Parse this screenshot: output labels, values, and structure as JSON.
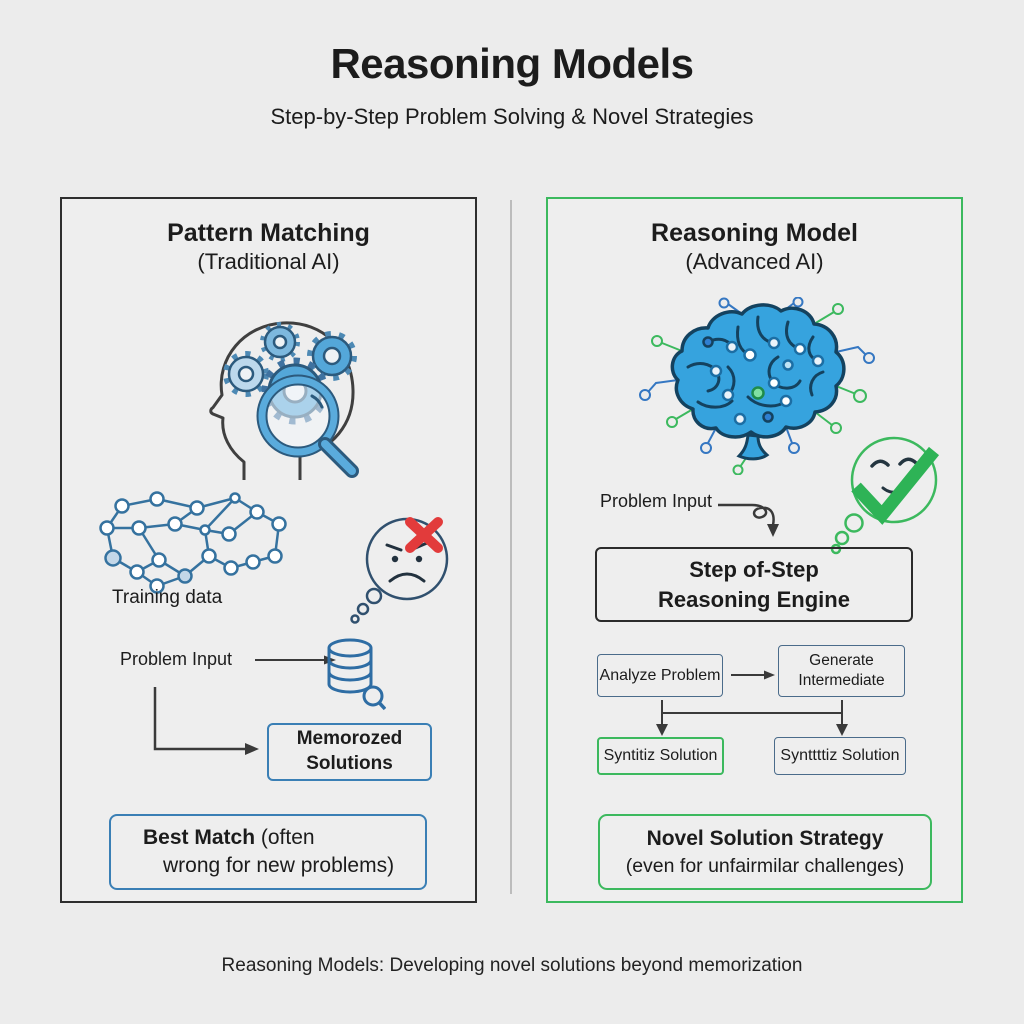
{
  "header": {
    "title": "Reasoning Models",
    "subtitle": "Step-by-Step Problem Solving & Novel Strategies"
  },
  "footer": {
    "caption": "Reasoning Models: Developing novel solutions beyond memorization"
  },
  "left_panel": {
    "title": "Pattern Matching",
    "subtitle": "(Traditional AI)",
    "training_data_label": "Training data",
    "problem_input_label": "Problem Input",
    "memorized_box": {
      "line1": "Memorozed",
      "line2": "Solutions"
    },
    "best_match_box": {
      "bold": "Best Match",
      "line1_rest": " (often",
      "line2": "wrong for new problems)"
    }
  },
  "right_panel": {
    "title": "Reasoning Model",
    "subtitle": "(Advanced AI)",
    "problem_input_label": "Problem Input",
    "engine_box": {
      "line1": "Step of-Step",
      "line2": "Reasoning Engine"
    },
    "analyze_box_label": "Analyze Problem",
    "generate_box": {
      "line1": "Generate",
      "line2": "Intermediate"
    },
    "synthesize_box_left_label": "Syntitiz Solution",
    "synthesize_box_right_label": "Synttttiz Solution",
    "novel_box": {
      "bold": "Novel Solution Strategy",
      "line2": "(even for unfairmilar challenges)"
    }
  },
  "icons": [
    "head-gears-magnifier-icon",
    "network-graph-icon",
    "angry-thought-bubble-icon",
    "red-x-icon",
    "database-search-icon",
    "brain-circuit-icon",
    "curly-arrow-icon",
    "happy-thought-bubble-icon",
    "green-check-icon",
    "arrow-right-icon",
    "l-connector-arrow-icon",
    "split-connector-arrow-icon"
  ],
  "colors": {
    "background": "#ececec",
    "ink": "#1c1c1c",
    "panel_border_dark": "#2e2e2e",
    "panel_border_green": "#3cb95e",
    "divider": "#bcbcbc",
    "accent_blue": "#54a7d9",
    "outline_blue": "#2c5a7d",
    "box_border_blue": "#3a7fb5",
    "box_border_slate": "#4a6b8a",
    "error_red": "#e23b3b",
    "check_green": "#2eb356"
  }
}
